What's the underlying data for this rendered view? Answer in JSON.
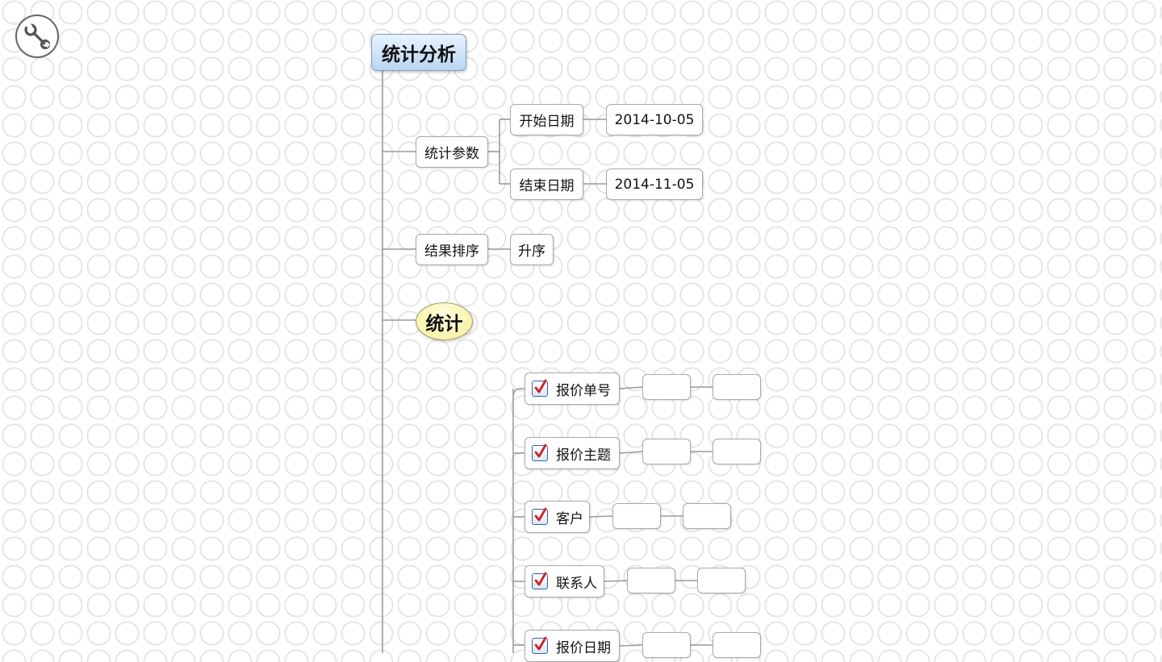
{
  "toolbar": {
    "settings_icon": "wrench-icon"
  },
  "map": {
    "root": "统计分析",
    "params": {
      "label": "统计参数",
      "start_label": "开始日期",
      "start_value": "2014-10-05",
      "end_label": "结束日期",
      "end_value": "2014-11-05"
    },
    "sort": {
      "label": "结果排序",
      "value": "升序"
    },
    "stats_button": "统计",
    "fields": [
      {
        "label": "报价单号",
        "checked": true
      },
      {
        "label": "报价主题",
        "checked": true
      },
      {
        "label": "客户",
        "checked": true
      },
      {
        "label": "联系人",
        "checked": true
      },
      {
        "label": "报价日期",
        "checked": true
      }
    ]
  },
  "colors": {
    "root_fill": "#b9d6f2",
    "stats_fill": "#f7ef96",
    "check_mark": "#d42020",
    "line": "#999999"
  }
}
